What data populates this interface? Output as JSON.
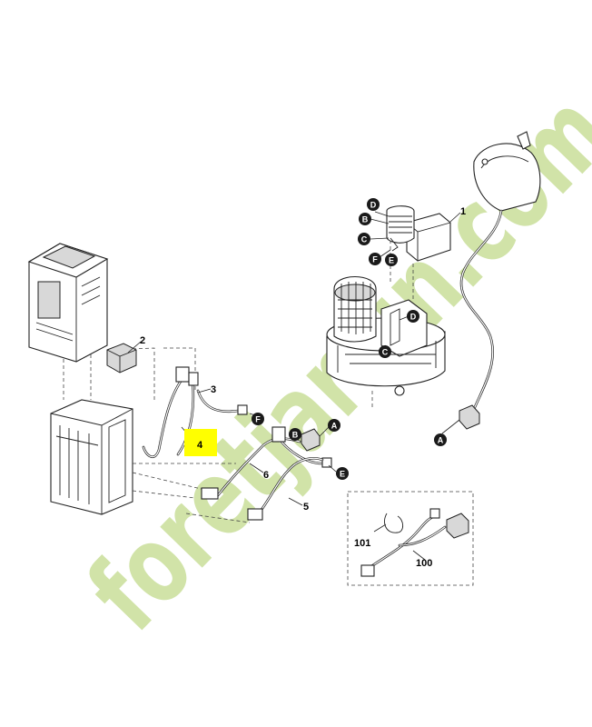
{
  "watermark": {
    "text": "foretjardin.com",
    "color_green": "#c9df9a",
    "color_beige": "#e9dfcd"
  },
  "highlight_color": "#ffff00",
  "part_numbers": {
    "p1": "1",
    "p2": "2",
    "p3": "3",
    "p4": "4",
    "p5": "5",
    "p6": "6",
    "p100": "100",
    "p101": "101"
  },
  "connection_letters": {
    "A": "A",
    "B": "B",
    "C": "C",
    "D": "D",
    "E": "E",
    "F": "F"
  }
}
